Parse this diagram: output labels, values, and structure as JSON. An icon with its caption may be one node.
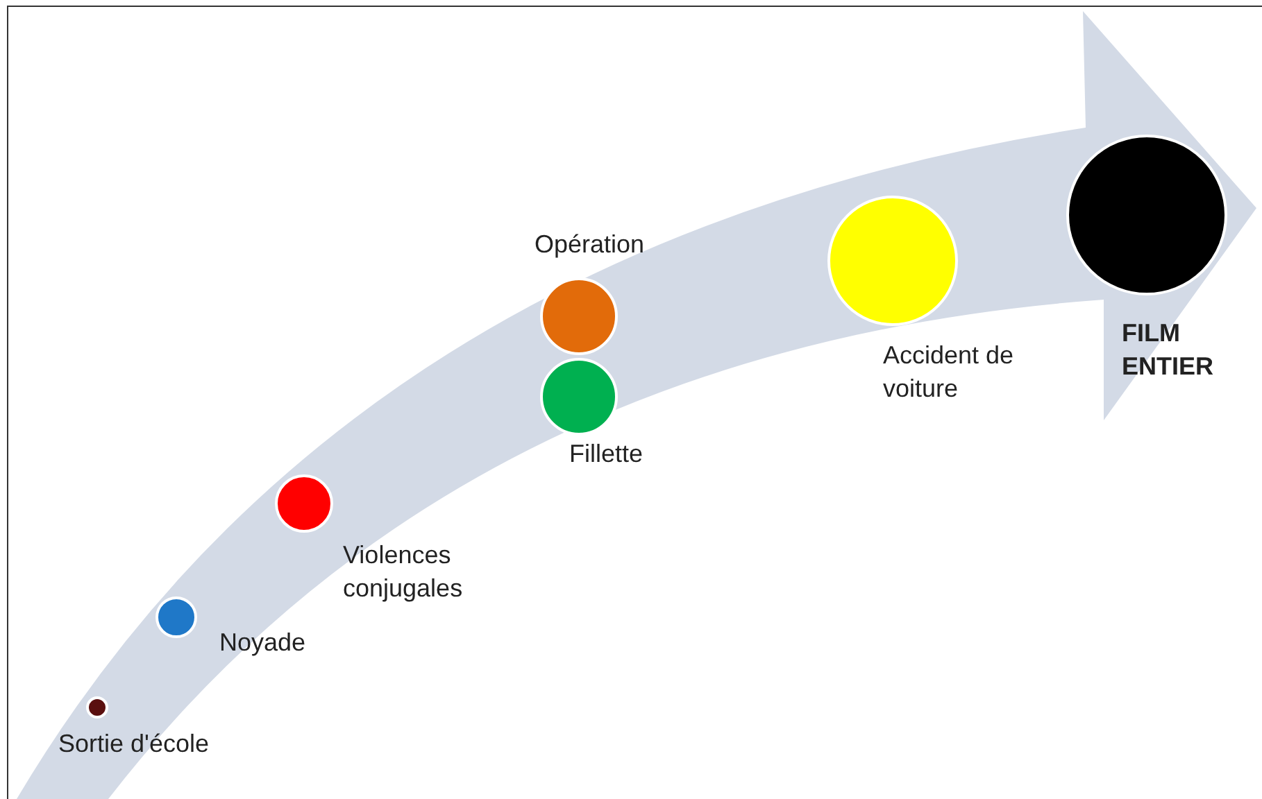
{
  "diagram": {
    "nodes": [
      {
        "text": [
          "Sortie d'école"
        ]
      },
      {
        "text": [
          "Noyade"
        ]
      },
      {
        "text": [
          "Violences conjugales"
        ]
      },
      {
        "text": [
          "Opération"
        ]
      },
      {
        "text": [
          "Fillette"
        ]
      },
      {
        "text": [
          "Accident de voiture"
        ]
      },
      {
        "text": [
          "FILM ENTIER"
        ]
      }
    ]
  }
}
